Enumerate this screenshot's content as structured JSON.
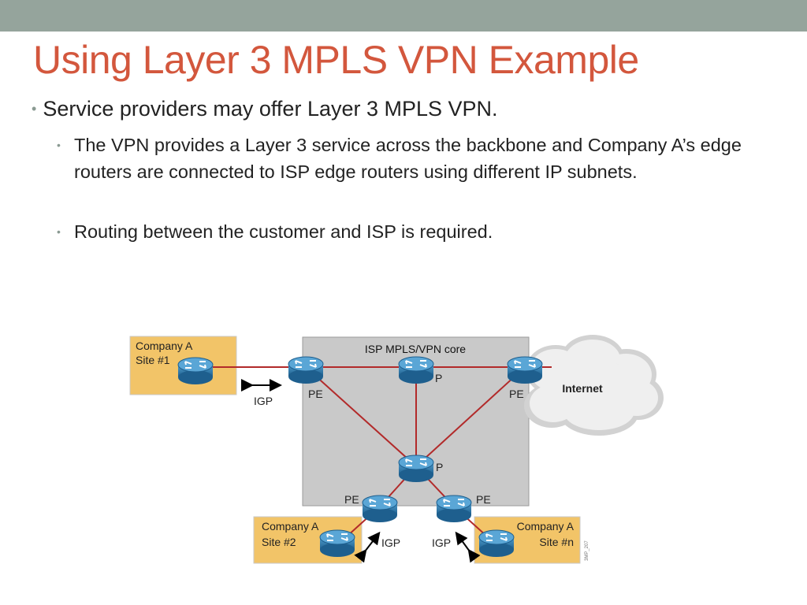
{
  "slide": {
    "title": "Using Layer 3 MPLS VPN Example",
    "bullets": [
      "Service providers may offer Layer 3 MPLS VPN.",
      "The VPN provides a Layer 3 service across the backbone and Company A’s edge routers are connected to ISP edge routers using different IP subnets.",
      "Routing between the customer and ISP is required."
    ]
  },
  "diagram": {
    "core_label": "ISP MPLS/VPN core",
    "cloud_label": "Internet",
    "sites": [
      {
        "line1": "Company A",
        "line2": "Site #1"
      },
      {
        "line1": "Company A",
        "line2": "Site #2"
      },
      {
        "line1": "Company A",
        "line2": "Site #n"
      }
    ],
    "router_labels": {
      "pe_top_left": "PE",
      "p_top": "P",
      "pe_top_right": "PE",
      "p_center": "P",
      "pe_bottom_left": "PE",
      "pe_bottom_right": "PE"
    },
    "protocol_labels": {
      "igp_site1": "IGP",
      "igp_site2": "IGP",
      "igp_siten": "IGP"
    },
    "figure_id": "3MP_207",
    "colors": {
      "site_fill": "#f2c468",
      "core_fill": "#c9c9c9",
      "link": "#b22a2a",
      "router": "#2a74a8"
    }
  }
}
